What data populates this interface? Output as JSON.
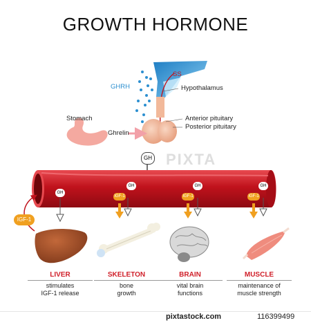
{
  "title": "GROWTH HORMONE",
  "labels": {
    "ss": "SS",
    "ghrh": "GHRH",
    "hypothalamus": "Hypothalamus",
    "stomach": "Stomach",
    "ghrelin": "Ghrelin",
    "anterior_pituitary": "Anterior pituitary",
    "posterior_pituitary": "Posterior pituitary",
    "gh": "GH",
    "igf1": "IGF-1"
  },
  "organs": [
    {
      "name": "LIVER",
      "description": "stimulates\nIGF-1 release"
    },
    {
      "name": "SKELETON",
      "description": "bone\ngrowth"
    },
    {
      "name": "BRAIN",
      "description": "vital brain\nfunctions"
    },
    {
      "name": "MUSCLE",
      "description": "maintenance of\nmuscle strength"
    }
  ],
  "watermark": "PIXTA",
  "footer": {
    "brand": "pixtastock.com",
    "id": "116399499"
  },
  "colors": {
    "title": "#111111",
    "organ_label": "#d0202a",
    "vessel": "#c0121c",
    "vessel_dark": "#8e0a12",
    "igf": "#f0a020",
    "hypothalamus": "#3aa0dc",
    "pituitary": "#f2b99a",
    "liver": "#a0502a",
    "ghrh_dots": "#2c8fd0"
  },
  "icons": [
    "stomach-icon",
    "liver-icon",
    "bone-icon",
    "brain-icon",
    "muscle-icon",
    "hypothalamus-icon",
    "pituitary-icon"
  ]
}
